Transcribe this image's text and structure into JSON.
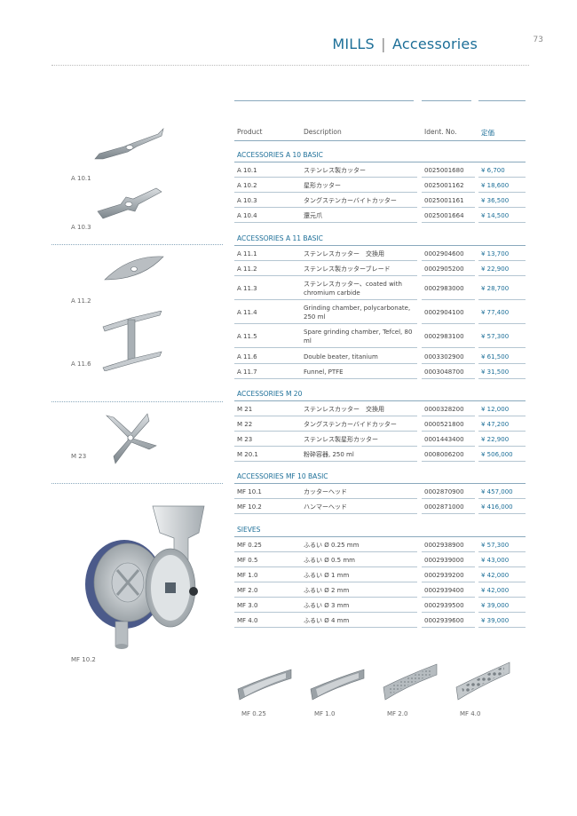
{
  "header": {
    "title": "MILLS",
    "separator": "|",
    "subtitle": "Accessories",
    "page_number": "73"
  },
  "table": {
    "columns": {
      "product": "Product",
      "description": "Description",
      "ident": "Ident. No.",
      "price": "定価"
    },
    "sections": [
      {
        "title": "ACCESSORIES A 10 BASIC",
        "rows": [
          {
            "product": "A 10.1",
            "description": "ステンレス製カッター",
            "ident": "0025001680",
            "price": "¥ 6,700"
          },
          {
            "product": "A 10.2",
            "description": "星形カッター",
            "ident": "0025001162",
            "price": "¥ 18,600"
          },
          {
            "product": "A 10.3",
            "description": "タングステンカーバイトカッター",
            "ident": "0025001161",
            "price": "¥ 36,500"
          },
          {
            "product": "A 10.4",
            "description": "還元爪",
            "ident": "0025001664",
            "price": "¥ 14,500"
          }
        ]
      },
      {
        "title": "ACCESSORIES A 11 BASIC",
        "rows": [
          {
            "product": "A 11.1",
            "description": "ステンレスカッター　交換用",
            "ident": "0002904600",
            "price": "¥ 13,700"
          },
          {
            "product": "A 11.2",
            "description": "ステンレス製カッターブレード",
            "ident": "0002905200",
            "price": "¥ 22,900"
          },
          {
            "product": "A 11.3",
            "description": "ステンレスカッター、coated with chromium carbide",
            "ident": "0002983000",
            "price": "¥ 28,700"
          },
          {
            "product": "A 11.4",
            "description": "Grinding chamber, polycarbonate, 250 ml",
            "ident": "0002904100",
            "price": "¥ 77,400"
          },
          {
            "product": "A 11.5",
            "description": "Spare grinding chamber, Tefcel, 80 ml",
            "ident": "0002983100",
            "price": "¥ 57,300"
          },
          {
            "product": "A 11.6",
            "description": "Double beater, titanium",
            "ident": "0003302900",
            "price": "¥ 61,500"
          },
          {
            "product": "A 11.7",
            "description": "Funnel, PTFE",
            "ident": "0003048700",
            "price": "¥ 31,500"
          }
        ]
      },
      {
        "title": "ACCESSORIES M 20",
        "rows": [
          {
            "product": "M 21",
            "description": "ステンレスカッター　交換用",
            "ident": "0000328200",
            "price": "¥ 12,000"
          },
          {
            "product": "M 22",
            "description": "タングステンカーバイドカッター",
            "ident": "0000521800",
            "price": "¥ 47,200"
          },
          {
            "product": "M 23",
            "description": "ステンレス製星形カッター",
            "ident": "0001443400",
            "price": "¥ 22,900"
          },
          {
            "product": "M 20.1",
            "description": "粉砕容器, 250 ml",
            "ident": "0008006200",
            "price": "¥ 506,000"
          }
        ]
      },
      {
        "title": "ACCESSORIES MF 10 BASIC",
        "rows": [
          {
            "product": "MF 10.1",
            "description": "カッターヘッド",
            "ident": "0002870900",
            "price": "¥ 457,000"
          },
          {
            "product": "MF 10.2",
            "description": "ハンマーヘッド",
            "ident": "0002871000",
            "price": "¥ 416,000"
          }
        ]
      },
      {
        "title": "SIEVES",
        "rows": [
          {
            "product": "MF 0.25",
            "description": "ふるい Ø 0.25 mm",
            "ident": "0002938900",
            "price": "¥ 57,300"
          },
          {
            "product": "MF 0.5",
            "description": "ふるい Ø 0.5 mm",
            "ident": "0002939000",
            "price": "¥ 43,000"
          },
          {
            "product": "MF 1.0",
            "description": "ふるい Ø 1 mm",
            "ident": "0002939200",
            "price": "¥ 42,000"
          },
          {
            "product": "MF 2.0",
            "description": "ふるい Ø 2 mm",
            "ident": "0002939400",
            "price": "¥ 42,000"
          },
          {
            "product": "MF 3.0",
            "description": "ふるい Ø 3 mm",
            "ident": "0002939500",
            "price": "¥ 39,000"
          },
          {
            "product": "MF 4.0",
            "description": "ふるい Ø 4 mm",
            "ident": "0002939600",
            "price": "¥ 39,000"
          }
        ]
      }
    ]
  },
  "figures": {
    "a10_1": "A 10.1",
    "a10_3": "A 10.3",
    "a11_2": "A 11.2",
    "a11_6": "A 11.6",
    "m23": "M 23",
    "mf10_2": "MF 10.2",
    "sieves": [
      "MF 0.25",
      "MF 1.0",
      "MF 2.0",
      "MF 4.0"
    ]
  }
}
